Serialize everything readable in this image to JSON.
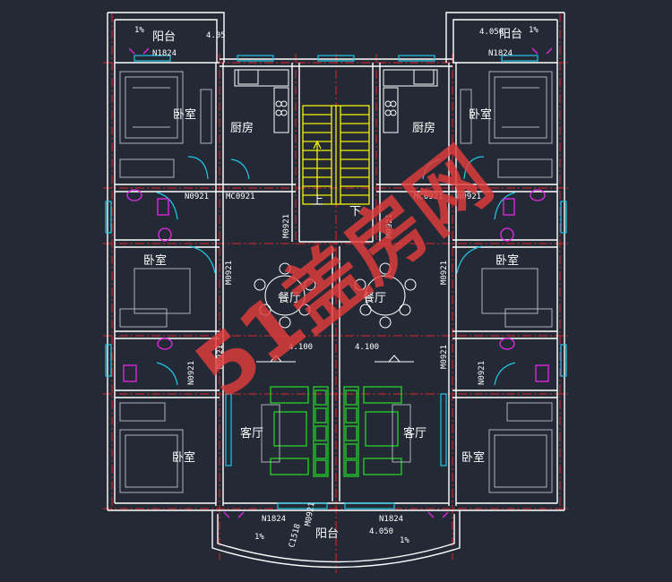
{
  "rooms": {
    "balcony": "阳台",
    "bedroom": "卧室",
    "kitchen": "厨房",
    "dining": "餐厅",
    "living": "客厅"
  },
  "stair": {
    "up": "上",
    "down": "下"
  },
  "codes": {
    "n1824": "N1824",
    "m0921": "M0921",
    "m0921_alt": "N0921",
    "mc0921": "MC0921",
    "c1518": "C1518"
  },
  "elevations": {
    "balcony": "4.050",
    "balcony_left": "4.05",
    "floor": "4.100"
  },
  "slope": "1%",
  "watermark": "51盖房网",
  "colors": {
    "background": "#232935",
    "wall": "#ffffff",
    "axis": "#e0242c",
    "window": "#22c8e8",
    "stair": "#f2f20a",
    "furniture": "#25d12a",
    "fixture": "#e828e8",
    "watermark": "#e23c3c"
  }
}
